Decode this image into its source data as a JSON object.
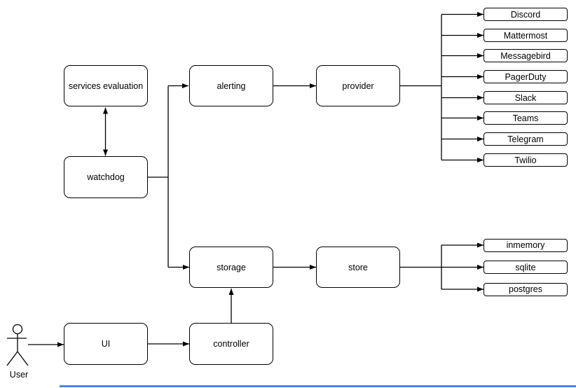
{
  "diagram": {
    "nodes": {
      "services_evaluation": "services evaluation",
      "watchdog": "watchdog",
      "alerting": "alerting",
      "provider": "provider",
      "storage": "storage",
      "store": "store",
      "controller": "controller",
      "ui": "UI"
    },
    "actor": {
      "label": "User"
    },
    "providers": [
      "Discord",
      "Mattermost",
      "Messagebird",
      "PagerDuty",
      "Slack",
      "Teams",
      "Telegram",
      "Twilio"
    ],
    "stores": [
      "inmemory",
      "sqlite",
      "postgres"
    ],
    "colors": {
      "stroke": "#000000",
      "node_fill": "#ffffff",
      "background": "#ffffff",
      "bottom_accent": "#4285f4"
    }
  }
}
